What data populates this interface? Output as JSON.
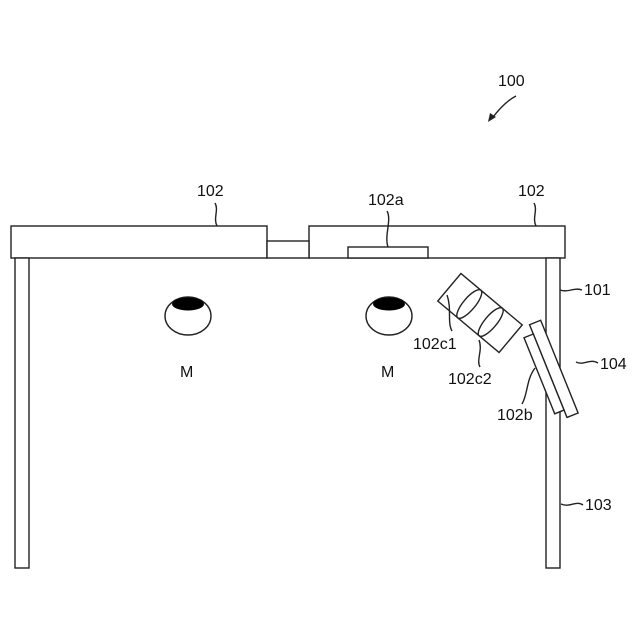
{
  "labels": {
    "device": "100",
    "top_plate_left": "102",
    "top_plate_right": "102",
    "recess_element": "102a",
    "space": "101",
    "lens_upper": "102c1",
    "lens_lower": "102c2",
    "side_element": "102b",
    "panel": "104",
    "wall": "103",
    "eye_left": "M",
    "eye_right": "M"
  },
  "colors": {
    "line": "#222222",
    "pupil": "#000000",
    "background": "#ffffff"
  }
}
